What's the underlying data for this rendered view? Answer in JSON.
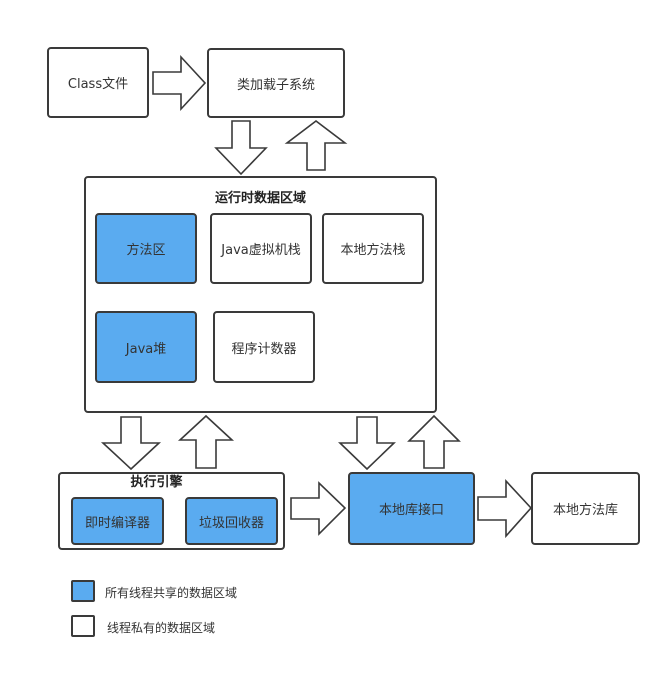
{
  "colors": {
    "shared": "#5aabf0",
    "private": "#ffffff",
    "border": "#3a3a3a"
  },
  "nodes": {
    "class_file": "Class文件",
    "class_loader": "类加载子系统",
    "runtime_area_title": "运行时数据区域",
    "method_area": "方法区",
    "java_stack": "Java虚拟机栈",
    "native_method_stack": "本地方法栈",
    "heap": "Java堆",
    "pc_register": "程序计数器",
    "exec_engine_title": "执行引擎",
    "jit_compiler": "即时编译器",
    "gc": "垃圾回收器",
    "native_interface": "本地库接口",
    "native_library": "本地方法库"
  },
  "legend": {
    "shared": "所有线程共享的数据区域",
    "private": "线程私有的数据区域"
  }
}
